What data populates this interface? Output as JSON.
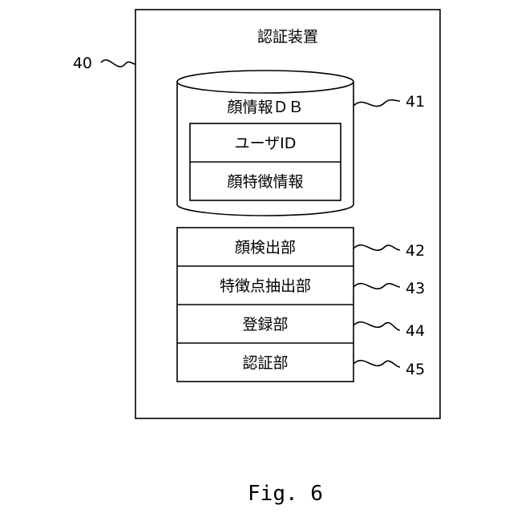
{
  "device": {
    "title": "認証装置",
    "ref": "40"
  },
  "database": {
    "title": "顔情報ＤＢ",
    "ref": "41",
    "fields": [
      "ユーザID",
      "顔特徴情報"
    ]
  },
  "units": [
    {
      "label": "顔検出部",
      "ref": "42"
    },
    {
      "label": "特徴点抽出部",
      "ref": "43"
    },
    {
      "label": "登録部",
      "ref": "44"
    },
    {
      "label": "認証部",
      "ref": "45"
    }
  ],
  "figure_caption": "Fig. 6"
}
